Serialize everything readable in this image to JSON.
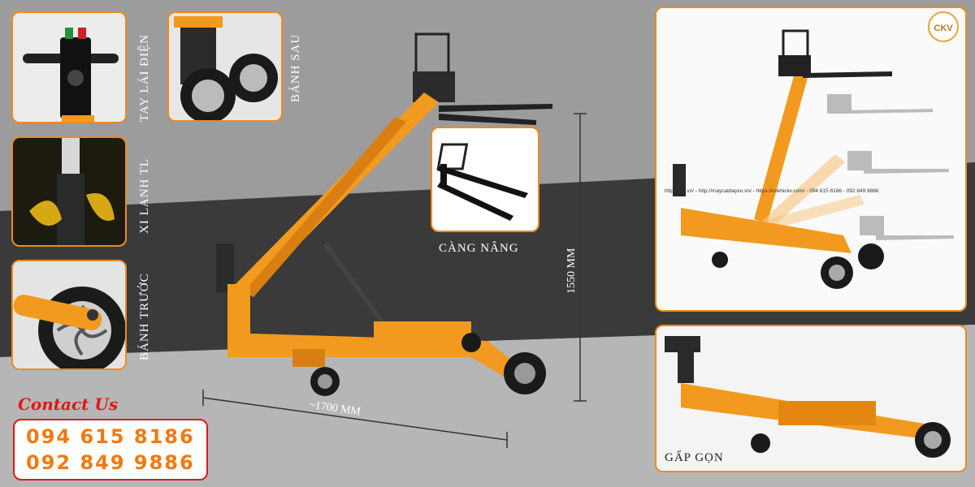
{
  "thumbnails": [
    {
      "label": "TAY LÁI ĐIỆN",
      "icon": "control-handle-icon"
    },
    {
      "label": "XI LANH TL",
      "icon": "hydraulic-cylinder-icon"
    },
    {
      "label": "BÁNH TRƯỚC",
      "icon": "front-wheel-icon"
    },
    {
      "label": "BÁNH SAU",
      "icon": "rear-wheel-icon"
    }
  ],
  "fork_card": {
    "caption": "CÀNG NÂNG"
  },
  "dimensions": {
    "height": "1550 MM",
    "length": "~1700 MM"
  },
  "right_top": {
    "logo": "CKV",
    "urls": "http://ckv.vn/ - http://maycatdayxo.vn/ - https://cokhickv.com/ - 094 615 8186 - 092 849 9886"
  },
  "right_bottom": {
    "caption": "GẤP GỌN"
  },
  "contact": {
    "title": "Contact Us",
    "phone1": "094 615 8186",
    "phone2": "092 849 9886"
  },
  "colors": {
    "accent": "#f08a1a",
    "machine": "#f29a1f",
    "phone": "#f07a10",
    "contact": "#e01818"
  }
}
